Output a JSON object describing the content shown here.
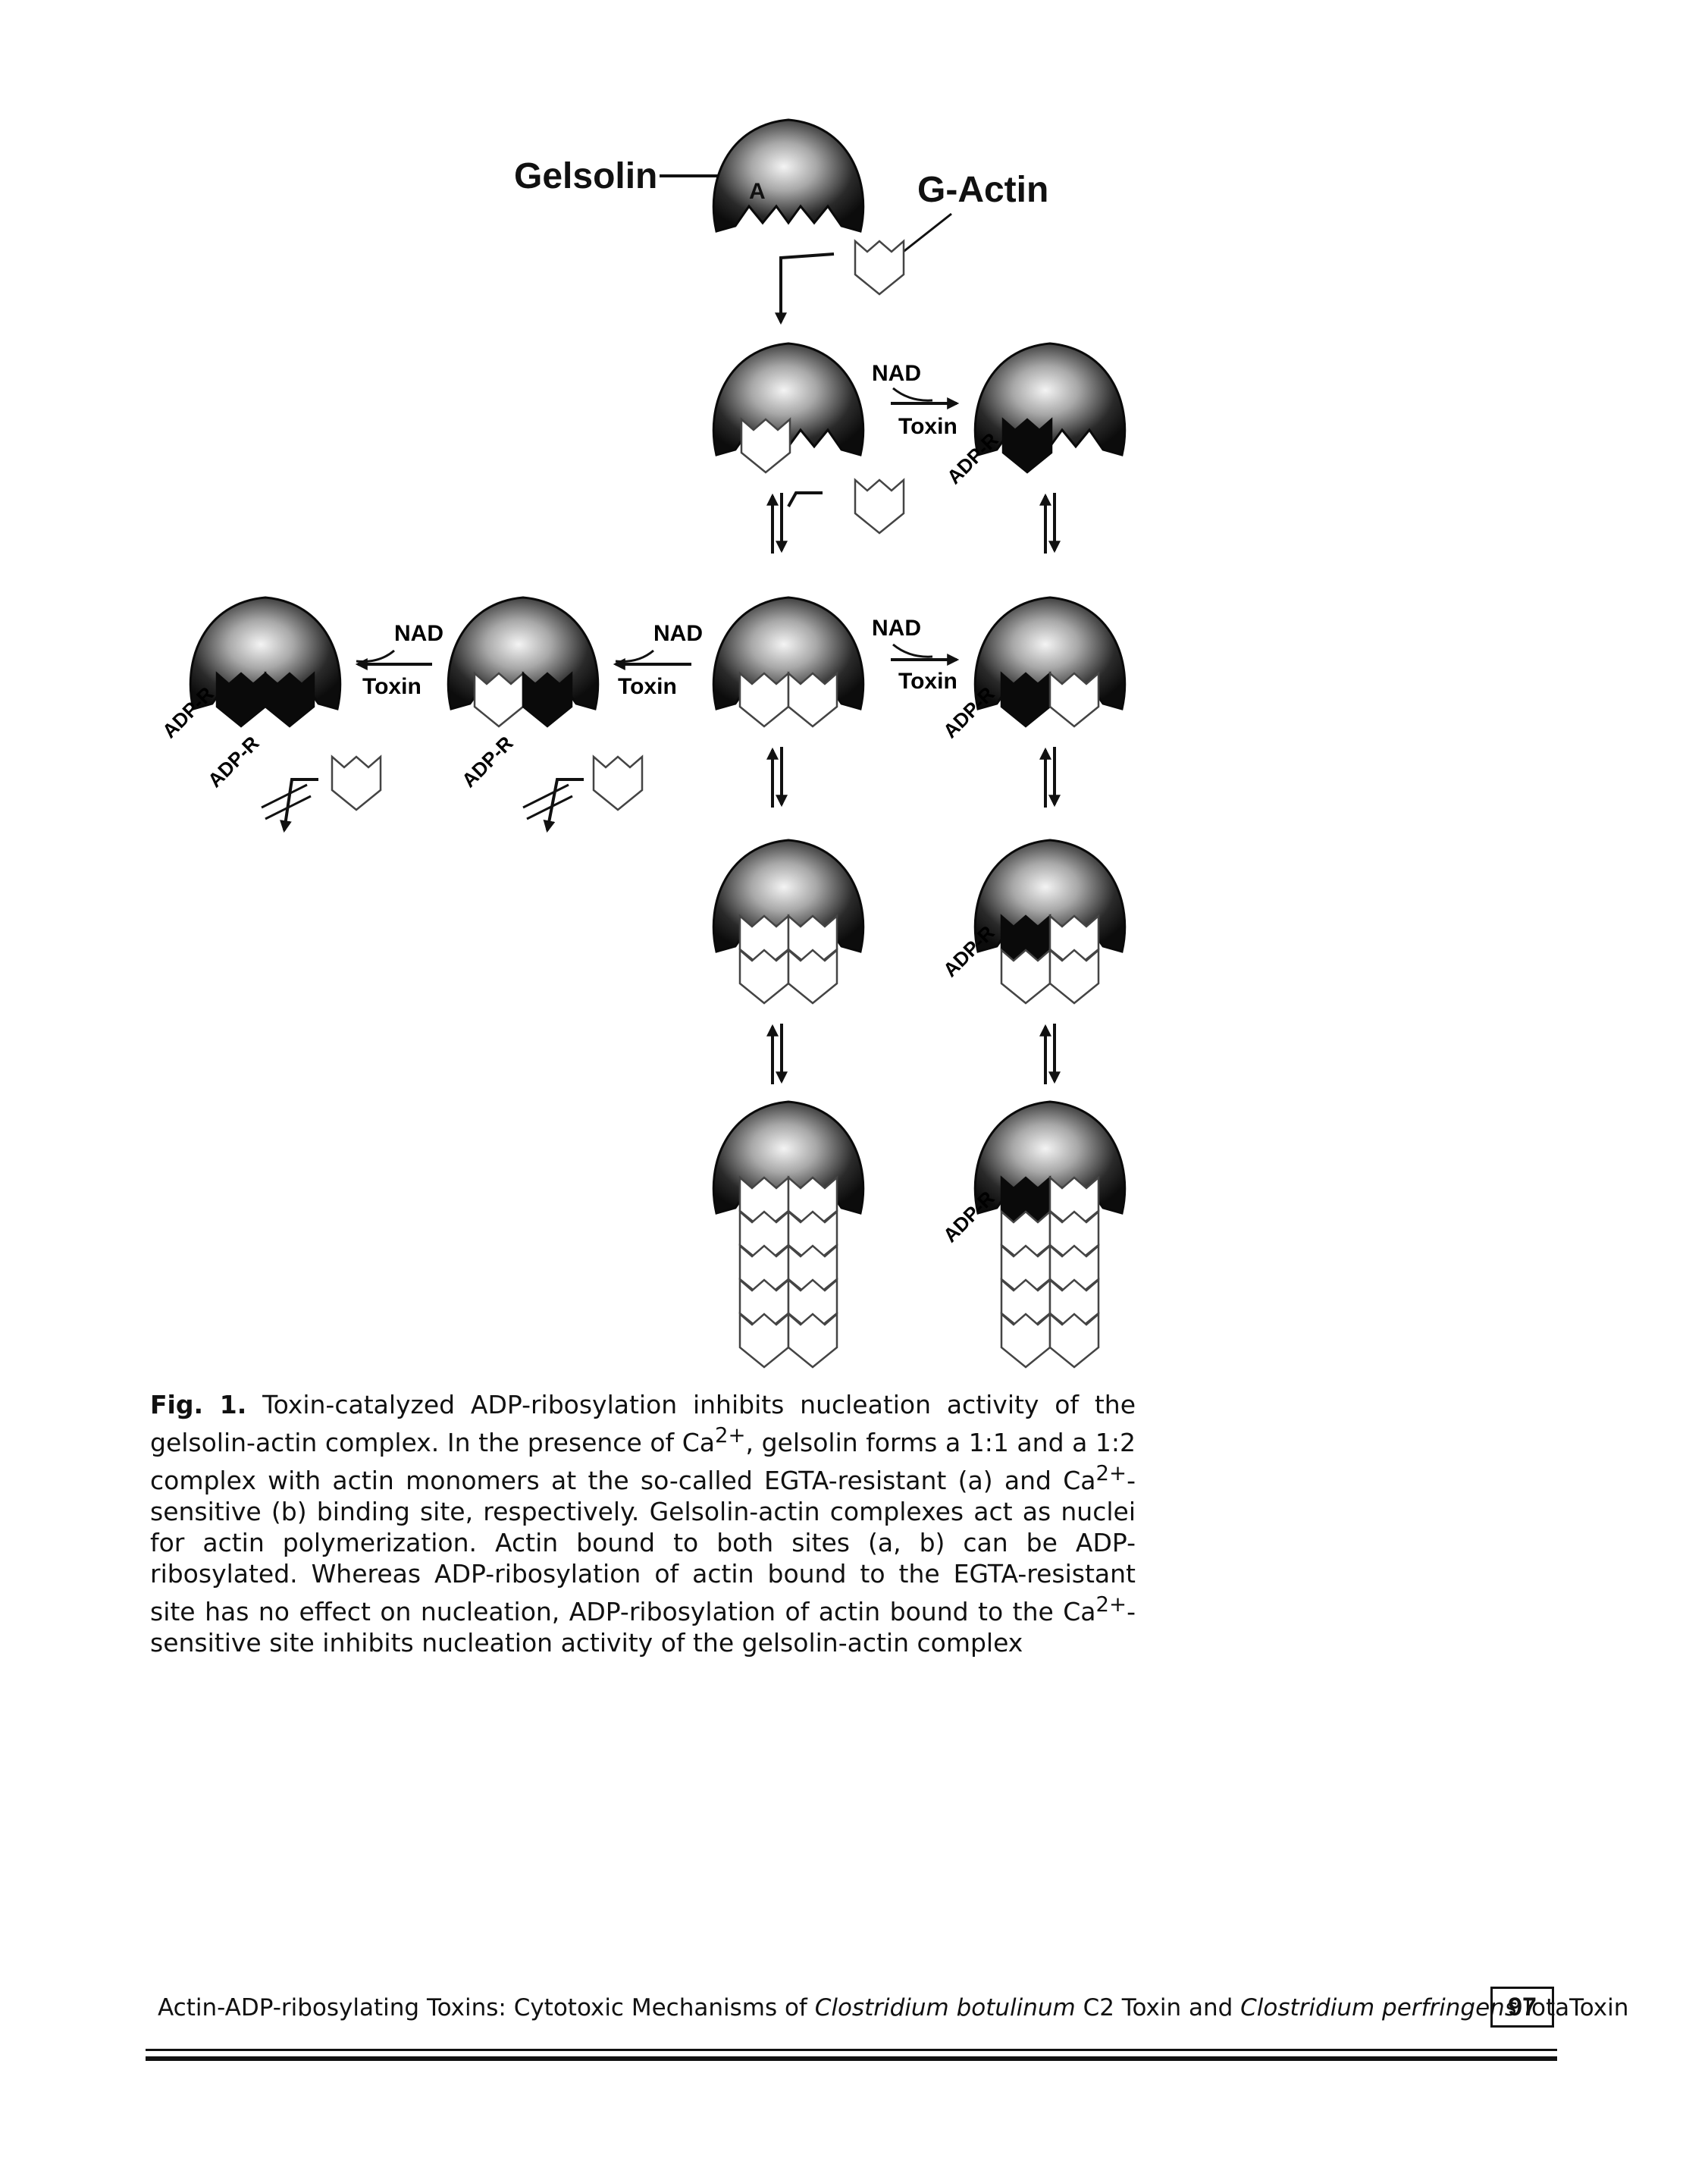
{
  "diagram": {
    "label_gelsolin": "Gelsolin",
    "label_gactin": "G-Actin",
    "label_A": "A",
    "label_nad": "NAD",
    "label_toxin": "Toxin",
    "label_adpr": "ADP-R"
  },
  "caption": {
    "fig_label": "Fig. 1.",
    "text_1": " Toxin-catalyzed ADP-ribosylation inhibits nucleation activity of the gelsolin-actin complex. In the presence of Ca",
    "sup_1": "2+",
    "text_2": ", gelsolin forms a 1:1 and a 1:2 complex with actin monomers at the so-called EGTA-resistant (a) and Ca",
    "sup_2": "2+",
    "text_3": "-sensitive (b) binding site, respectively. Gelsolin-actin complexes act as nuclei for actin polymerization. Actin bound to both sites (a, b) can be ADP-ribosylated. Whereas ADP-ribosylation of actin bound to the EGTA-resistant site has no effect on nucleation, ADP-ribosylation of actin bound to the Ca",
    "sup_3": "2+",
    "text_4": "-sensitive site inhibits nucleation activity of the gelsolin-actin complex"
  },
  "footer": {
    "title_1": "Actin-ADP-ribosylating Toxins: Cytotoxic Mechanisms of ",
    "title_italic_1": "Clostridium botulinum",
    "title_2": " C2 Toxin and ",
    "title_italic_2": "Clostridium perfringens",
    "title_3": " IotaToxin",
    "page_number": "97"
  }
}
